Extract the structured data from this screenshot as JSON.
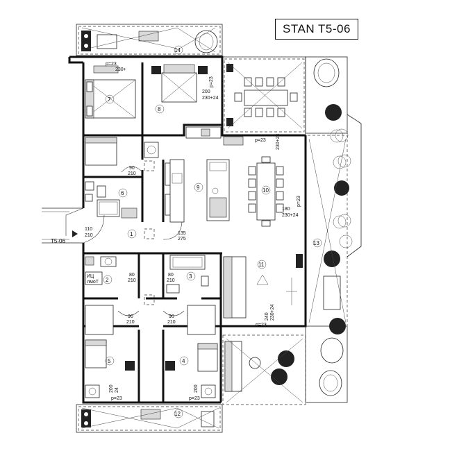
{
  "title": "STAN T5-06",
  "entrance_label": "T5-06",
  "rooms": [
    {
      "id": "1",
      "label": "1"
    },
    {
      "id": "2",
      "label": "2"
    },
    {
      "id": "3",
      "label": "3"
    },
    {
      "id": "4",
      "label": "4"
    },
    {
      "id": "5",
      "label": "5"
    },
    {
      "id": "6",
      "label": "6"
    },
    {
      "id": "7",
      "label": "7"
    },
    {
      "id": "8",
      "label": "8"
    },
    {
      "id": "9",
      "label": "9"
    },
    {
      "id": "10",
      "label": "10"
    },
    {
      "id": "11",
      "label": "11"
    },
    {
      "id": "12",
      "label": "12"
    },
    {
      "id": "13",
      "label": "13"
    },
    {
      "id": "14",
      "label": "14"
    }
  ],
  "dimensions": {
    "entry_door": [
      "110",
      "210"
    ],
    "bath_door": [
      "135",
      "275"
    ],
    "d90_6": [
      "90",
      "210"
    ],
    "d80_2": [
      "80",
      "210"
    ],
    "d80_3": [
      "80",
      "210"
    ],
    "d90_5": [
      "90",
      "210"
    ],
    "d90_4": [
      "90",
      "210"
    ],
    "win_7": "p=23",
    "win_7b": "230+",
    "win_8": [
      "200",
      "230+24"
    ],
    "win_8p": "p=23",
    "win_9": "p=23",
    "win_9b": "230+24",
    "win_10": [
      "180",
      "230+24"
    ],
    "win_10p": "p=23",
    "win_11": [
      "240",
      "230+24"
    ],
    "win_11p": "p=23",
    "win_5": [
      "200",
      "24"
    ],
    "win_5p": "p=23",
    "win_4p": "p=23",
    "win_4": "200"
  },
  "misc_labels": {
    "wm_top": "ИЦ",
    "wm_bottom": "лмоТ"
  }
}
